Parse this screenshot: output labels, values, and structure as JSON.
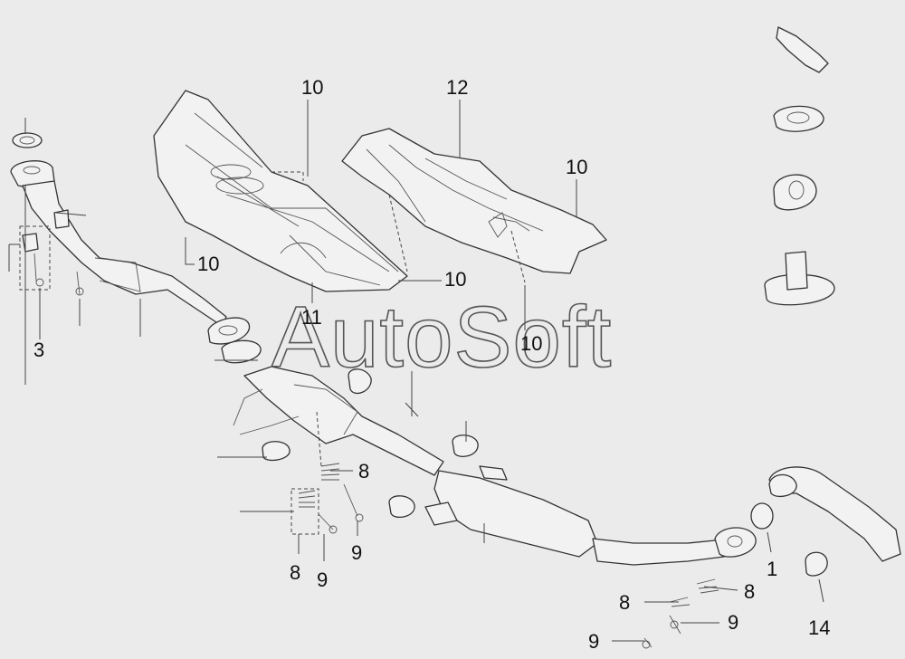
{
  "diagram": {
    "watermark": "AutoSoft",
    "callouts": [
      {
        "id": "c10a",
        "label": "10"
      },
      {
        "id": "c12",
        "label": "12"
      },
      {
        "id": "c10b",
        "label": "10"
      },
      {
        "id": "c10c",
        "label": "10"
      },
      {
        "id": "c11",
        "label": "11"
      },
      {
        "id": "c10d",
        "label": "10"
      },
      {
        "id": "c10e",
        "label": "10"
      },
      {
        "id": "c3",
        "label": "3"
      },
      {
        "id": "c8a",
        "label": "8"
      },
      {
        "id": "c9a",
        "label": "9"
      },
      {
        "id": "c8b",
        "label": "8"
      },
      {
        "id": "c9b",
        "label": "9"
      },
      {
        "id": "c1",
        "label": "1"
      },
      {
        "id": "c8c",
        "label": "8"
      },
      {
        "id": "c8d",
        "label": "8"
      },
      {
        "id": "c9c",
        "label": "9"
      },
      {
        "id": "c9d",
        "label": "9"
      },
      {
        "id": "c14",
        "label": "14"
      }
    ]
  }
}
